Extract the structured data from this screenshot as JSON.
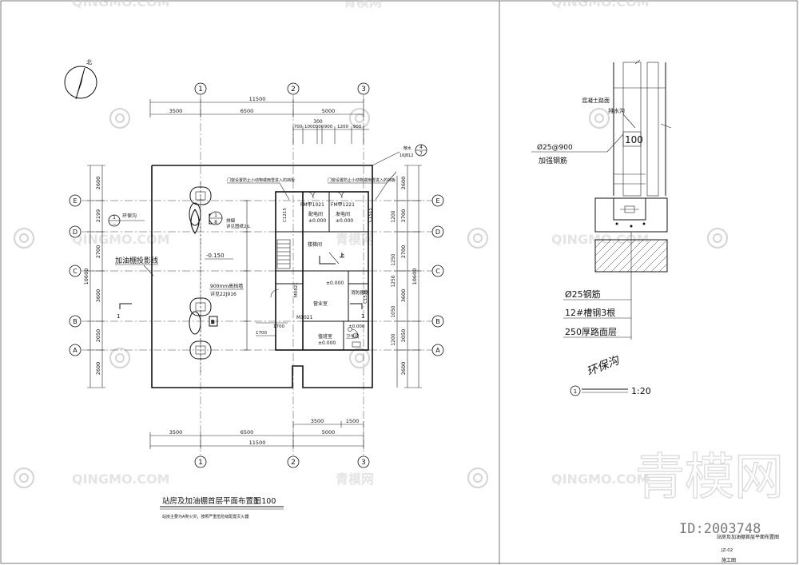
{
  "drawing": {
    "north_label": "北",
    "overall_dim": "11500",
    "top_dims": [
      "3500",
      "6500",
      "5000"
    ],
    "sub_dims": [
      "700",
      "1000",
      "300",
      "900",
      "1200",
      "900"
    ],
    "sub_dim_mid": "300",
    "left_dims": [
      "2600",
      "2199",
      "2700",
      "3600",
      "2050",
      "2600"
    ],
    "left_total": "10600",
    "right_dims": [
      "2600",
      "2700",
      "2700",
      "3600",
      "2050",
      "2600"
    ],
    "right_total": "10600",
    "right_sub_dims": [
      "1200",
      "1250",
      "1250",
      "1050",
      "1200"
    ],
    "bottom_small_dims": [
      "3500",
      "1500"
    ],
    "bottom_dims": [
      "3500",
      "6500",
      "5000"
    ],
    "bottom_overall": "11500",
    "col_axes": [
      "1",
      "2",
      "3"
    ],
    "row_axes": [
      "E",
      "D",
      "C",
      "B",
      "A"
    ],
    "ditch_label": "环保沟",
    "canopy_label": "加油棚投影线",
    "level_canopy": "-0.150",
    "note_top_left": "门窗设置防止小动物或雨雪进入的挡板",
    "note_top_right": "门窗设置防止小动物或雨雪进入的挡板",
    "rooms": [
      "配电间",
      "发电间",
      "楼梯间",
      "营业室",
      "消防器材",
      "值班室",
      "卫生间"
    ],
    "levels": [
      "±0.000",
      "±0.000",
      "±0.000",
      "±0.000",
      "±0.000"
    ],
    "doors": [
      "FM甲1021",
      "FM甲1221",
      "M1021",
      "M0821",
      "C1515",
      "C1215",
      "C1515"
    ],
    "pipe_note_1": "排烟",
    "pipe_note_2": "详见图纸2JL",
    "pipe_note_3": "900mm高挡墙",
    "pipe_note_4": "详见22J916",
    "callout_upper_num": "1",
    "callout_upper_den": "8",
    "callout_right_num": "4",
    "callout_right_den": "7",
    "callout_right_label": "散水",
    "callout_right_ref": "16J812",
    "bubble_left_num": "1",
    "bubble_left_den": "—",
    "section_mark": "1",
    "title": "站房及加油棚首层平面布置图",
    "scale": "1:100",
    "note_bottom": "站房主要为A类火灾，按照严重危险级配置灭火器"
  },
  "detail": {
    "label_road": "混凝土路面",
    "label_drain": "排水沟",
    "rebar_spec": "Ø25@900",
    "rebar_label": "加强钢筋",
    "dim_100": "100",
    "label_rebar2": "Ø25钢筋",
    "label_channel": "12#槽钢3根",
    "label_slab": "250厚路面层",
    "hand_note": "环保沟",
    "detail_num": "1",
    "detail_scale": "1:20"
  },
  "title_block": {
    "sheet_title": "站房及加油棚首层平面布置图",
    "sheet_no": "JZ-02",
    "stage": "施工图"
  },
  "watermark": {
    "logo_cn": "青模网",
    "logo_en": "QINGMO.COM",
    "id_text": "ID:2003748"
  }
}
